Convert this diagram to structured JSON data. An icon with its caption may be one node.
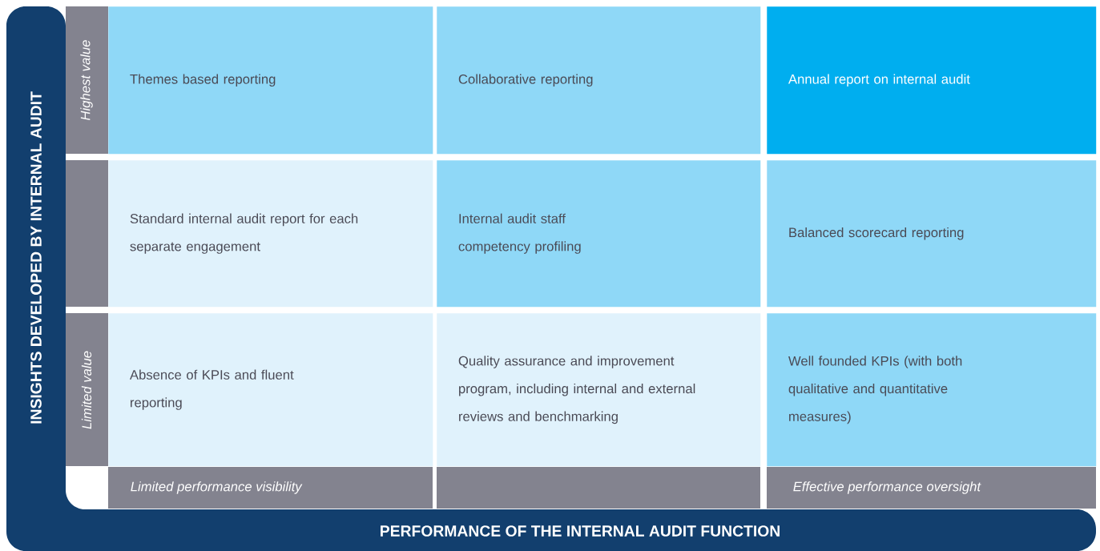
{
  "diagram": {
    "nodes": [
      {
        "text": [
          "Themes based reporting"
        ]
      },
      {
        "text": [
          "Collaborative reporting"
        ]
      },
      {
        "text": [
          "Annual report on internal audit"
        ]
      },
      {
        "text": [
          "Standard internal audit report for each separate engagement"
        ]
      },
      {
        "text": [
          "Internal audit staff competency profiling"
        ]
      },
      {
        "text": [
          "Balanced scorecard reporting"
        ]
      },
      {
        "text": [
          "Absence of KPIs and fluent reporting"
        ]
      },
      {
        "text": [
          "Quality assurance and improvement program, including internal and external reviews and benchmarking"
        ]
      },
      {
        "text": [
          "Well founded KPIs (with both qualitative and quantitative measures)"
        ]
      }
    ],
    "labels": [
      "INSIGHTS DEVELOPED BY INTERNAL AUDIT",
      "Highest value",
      "Limited value",
      "Limited performance visibility",
      "Effective performance oversight",
      "PERFORMANCE OF THE INTERNAL AUDIT FUNCTION"
    ]
  }
}
